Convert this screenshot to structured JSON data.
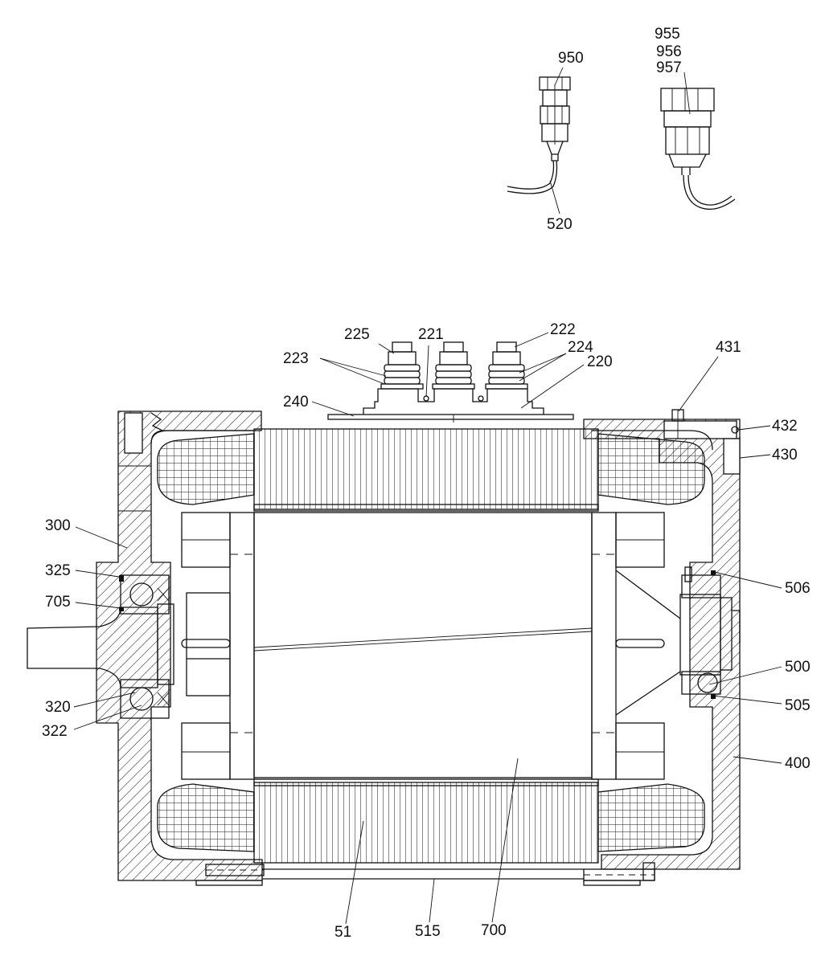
{
  "labels": {
    "l950": "950",
    "l955": "955",
    "l956": "956",
    "l957": "957",
    "l520": "520",
    "l225": "225",
    "l221": "221",
    "l222": "222",
    "l223": "223",
    "l224": "224",
    "l220": "220",
    "l240": "240",
    "l431": "431",
    "l432": "432",
    "l430": "430",
    "l300": "300",
    "l325": "325",
    "l705": "705",
    "l506": "506",
    "l500": "500",
    "l505": "505",
    "l320": "320",
    "l322": "322",
    "l400": "400",
    "l51": "51",
    "l515": "515",
    "l700": "700"
  }
}
